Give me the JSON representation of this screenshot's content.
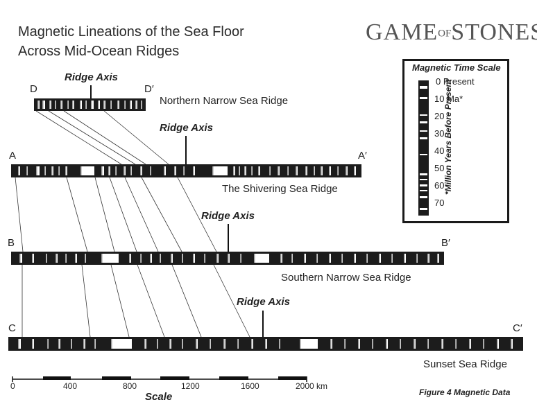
{
  "title_line1": "Magnetic Lineations of the Sea Floor",
  "title_line2": "Across Mid-Ocean Ridges",
  "logo": {
    "part1": "GAME",
    "part2": "OF",
    "part3": "STONES"
  },
  "ridges": [
    {
      "id": "northern",
      "name": "Northern Narrow Sea Ridge",
      "start_label": "D",
      "end_label": "D′",
      "axis_label": "Ridge Axis"
    },
    {
      "id": "shivering",
      "name": "The Shivering Sea Ridge",
      "start_label": "A",
      "end_label": "A′",
      "axis_label": "Ridge Axis"
    },
    {
      "id": "southern",
      "name": "Southern Narrow Sea Ridge",
      "start_label": "B",
      "end_label": "B′",
      "axis_label": "Ridge Axis"
    },
    {
      "id": "sunset",
      "name": "Sunset Sea Ridge",
      "start_label": "C",
      "end_label": "C′",
      "axis_label": "Ridge Axis"
    }
  ],
  "legend": {
    "title": "Magnetic Time Scale",
    "ticks": [
      "0 Present",
      "10 Ma*",
      "20",
      "30",
      "40",
      "50",
      "60",
      "70"
    ],
    "note": "*Million Years Before Present"
  },
  "scale": {
    "title": "Scale",
    "ticks": [
      "0",
      "400",
      "800",
      "1200",
      "1600",
      "2000 km"
    ]
  },
  "figure_caption": "Figure 4 Magnetic Data"
}
